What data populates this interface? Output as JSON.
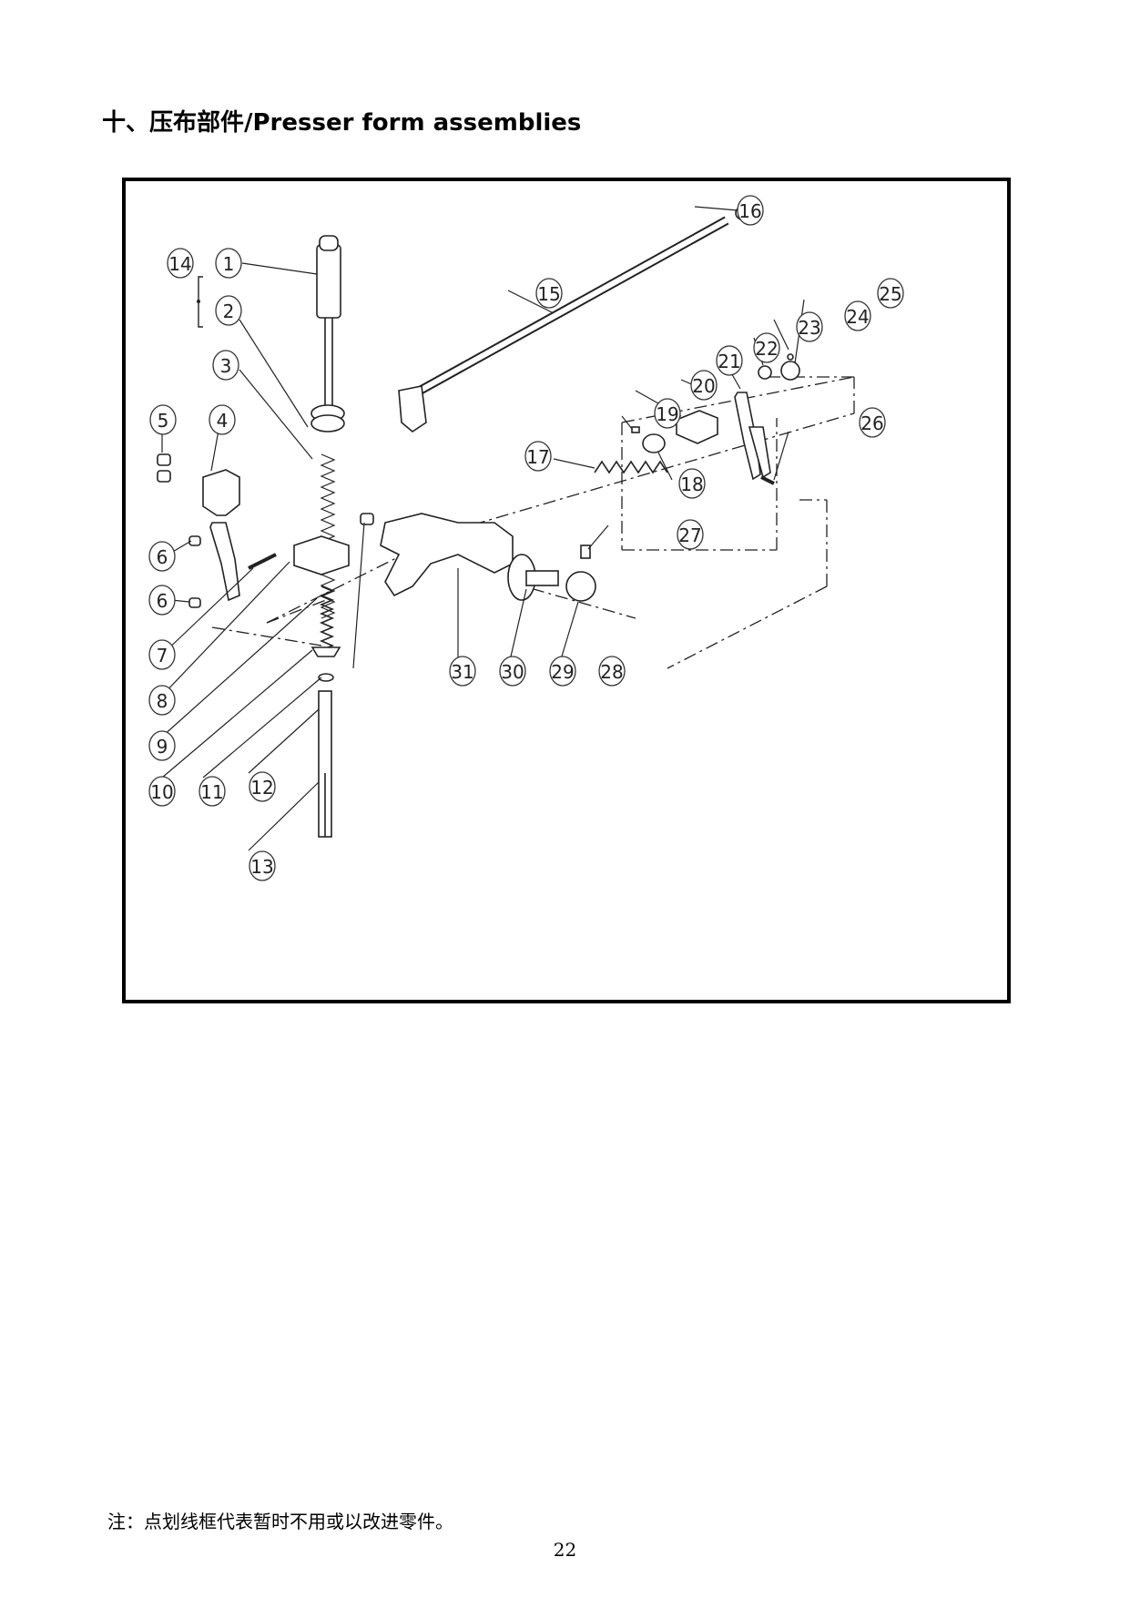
{
  "page": {
    "title": "十、压布部件/Presser form assemblies",
    "note": "注：点划线框代表暂时不用或以改进零件。",
    "page_number": "22"
  },
  "diagram": {
    "callouts": [
      "1",
      "2",
      "3",
      "4",
      "5",
      "6",
      "6",
      "7",
      "8",
      "9",
      "10",
      "11",
      "12",
      "13",
      "14",
      "15",
      "16",
      "17",
      "18",
      "19",
      "20",
      "21",
      "22",
      "23",
      "24",
      "25",
      "26",
      "27",
      "28",
      "29",
      "30",
      "31"
    ]
  }
}
